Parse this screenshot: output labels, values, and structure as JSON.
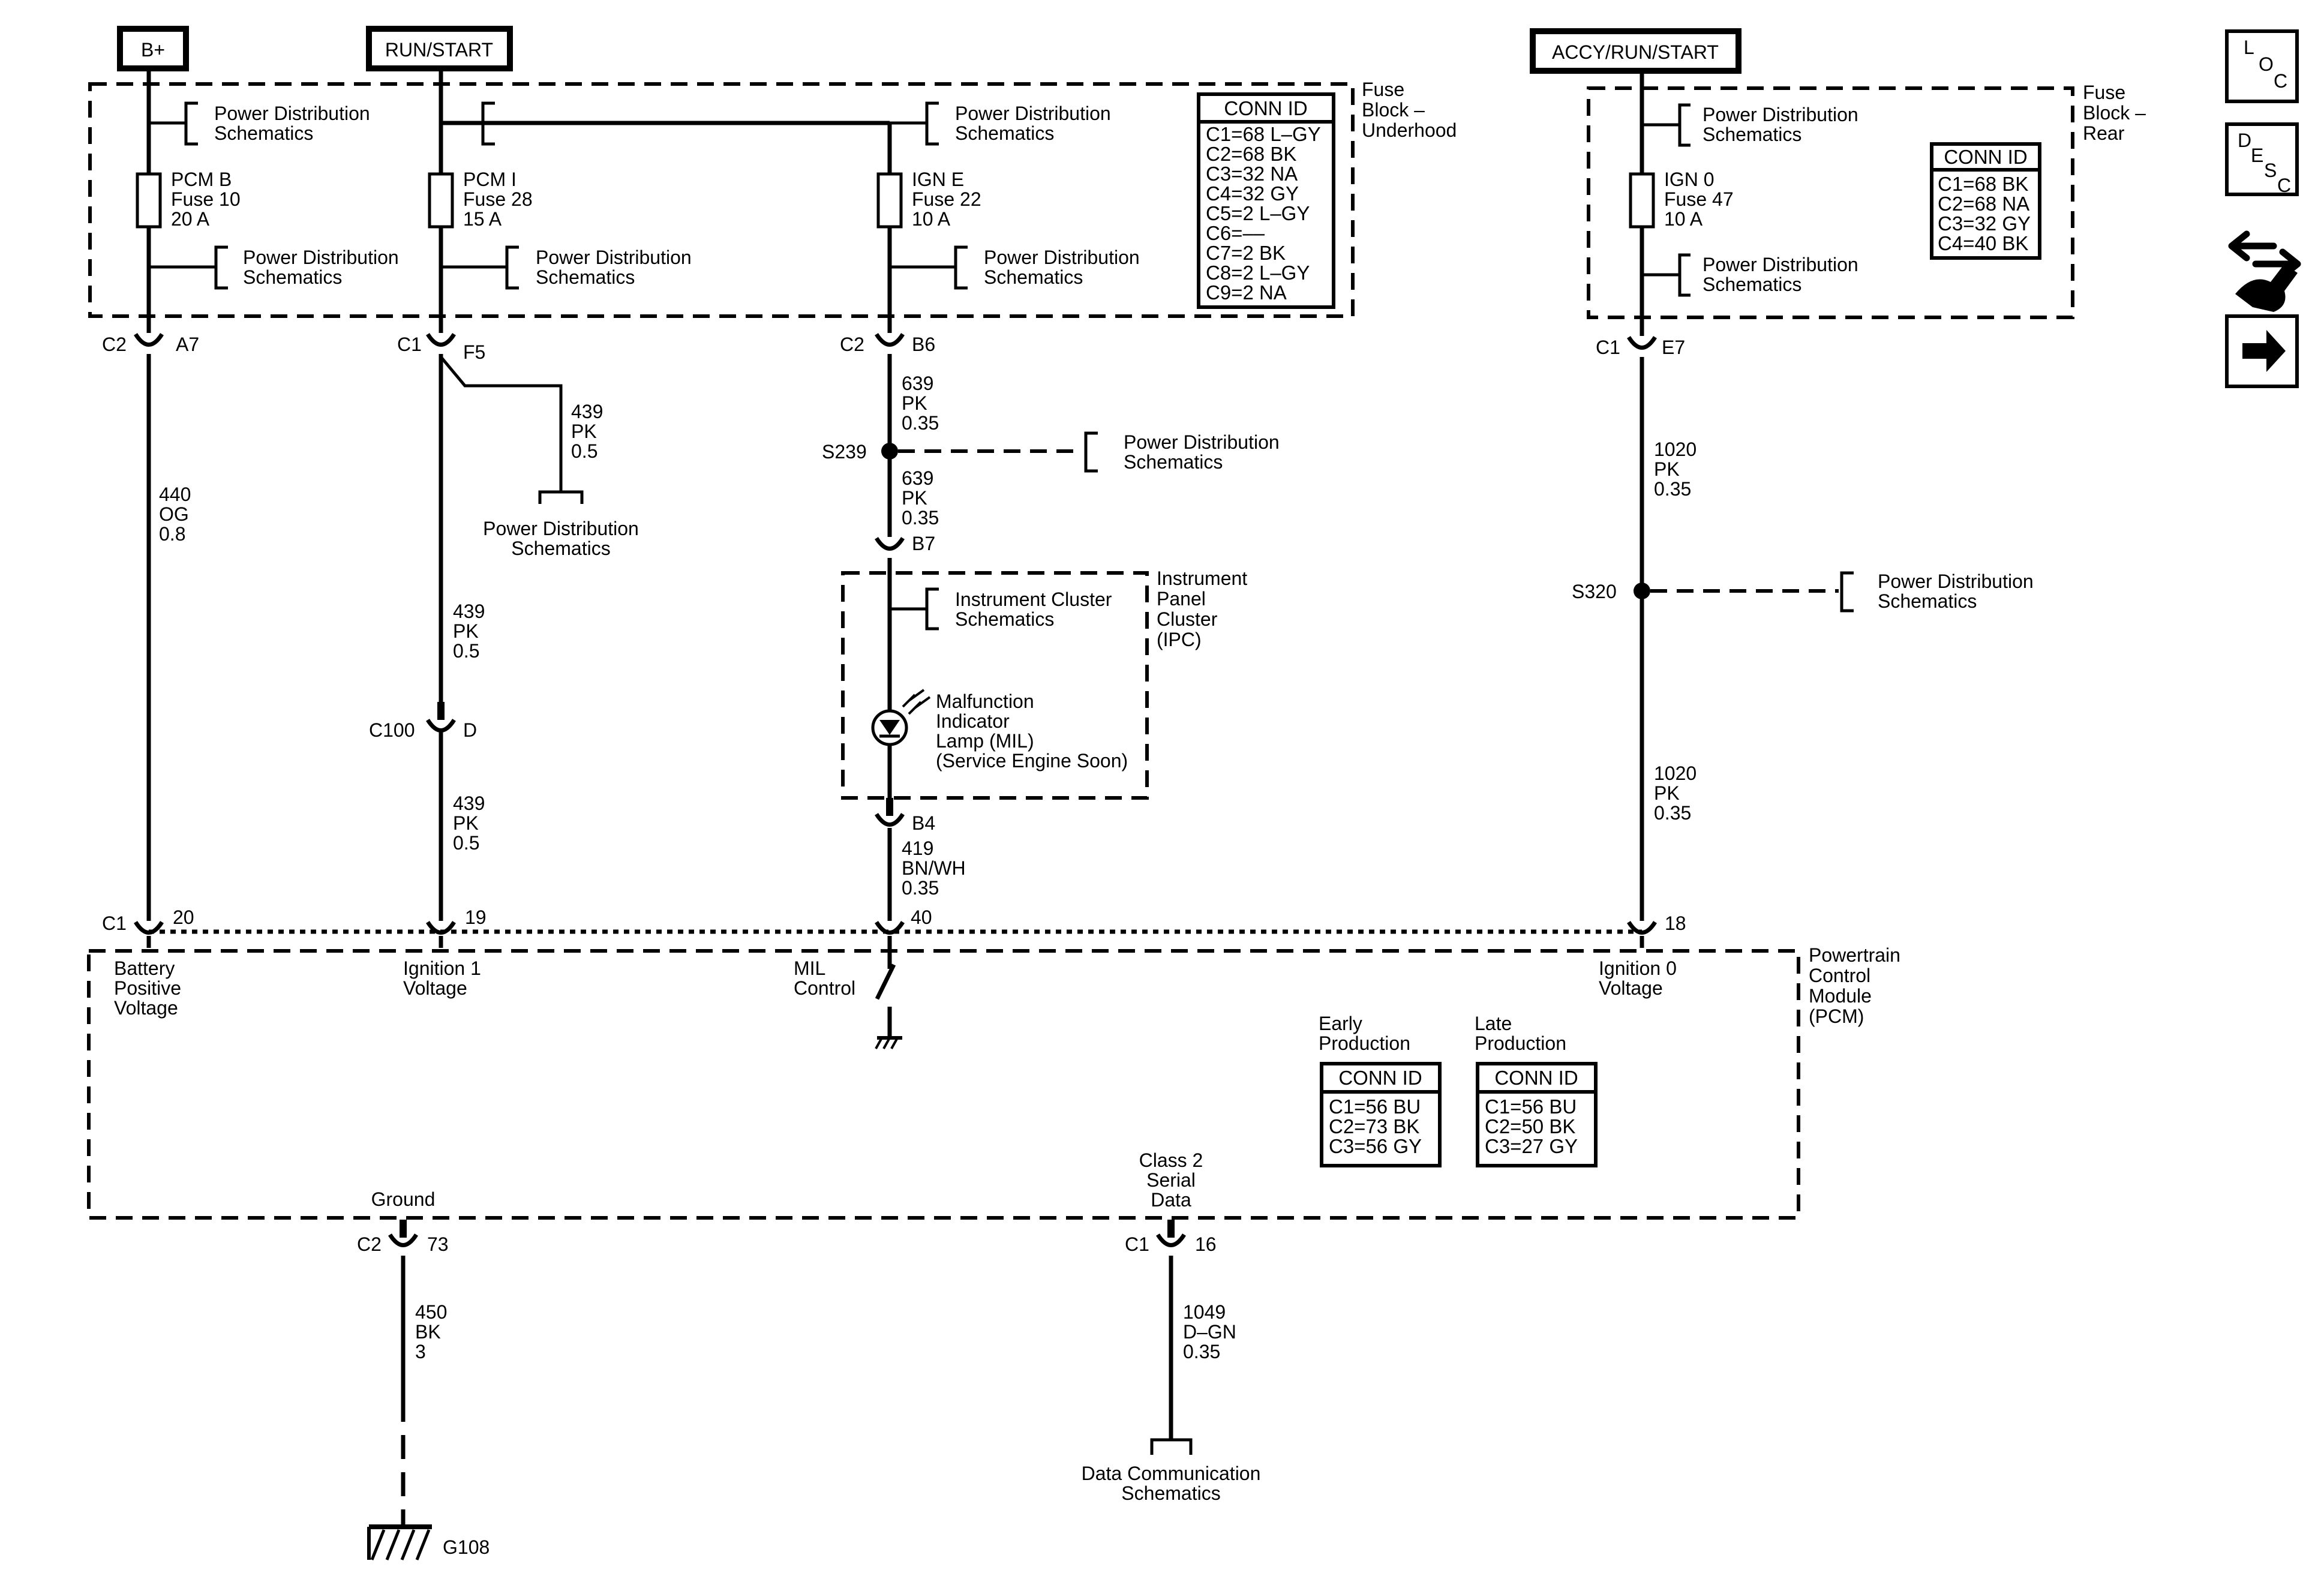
{
  "power_sources": {
    "bplus": "B+",
    "run_start": "RUN/START",
    "accy_run_start": "ACCY/RUN/START"
  },
  "nav_icons": {
    "loc": [
      "L",
      "O",
      "C"
    ],
    "desc": [
      "D",
      "E",
      "S",
      "C"
    ]
  },
  "common": {
    "power_distribution": [
      "Power Distribution",
      "Schematics"
    ],
    "conn_id": "CONN ID"
  },
  "fuse_block_underhood": {
    "title": [
      "Fuse",
      "Block –",
      "Underhood"
    ],
    "conn_ids": [
      "C1=68 L–GY",
      "C2=68 BK",
      "C3=32 NA",
      "C4=32 GY",
      "C5=2 L–GY",
      "C6=––",
      "C7=2 BK",
      "C8=2 L–GY",
      "C9=2 NA"
    ],
    "fuses": [
      {
        "name": "PCM B",
        "fuse": "Fuse 10",
        "rating": "20 A"
      },
      {
        "name": "PCM I",
        "fuse": "Fuse 28",
        "rating": "15 A"
      },
      {
        "name": "IGN E",
        "fuse": "Fuse 22",
        "rating": "10 A"
      }
    ]
  },
  "fuse_block_rear": {
    "title": [
      "Fuse",
      "Block –",
      "Rear"
    ],
    "conn_ids": [
      "C1=68 BK",
      "C2=68 NA",
      "C3=32 GY",
      "C4=40 BK"
    ],
    "fuse": {
      "name": "IGN 0",
      "fuse": "Fuse 47",
      "rating": "10 A"
    }
  },
  "connectors": {
    "c2_a7": {
      "conn": "C2",
      "pin": "A7"
    },
    "c1_f5": {
      "conn": "C1",
      "pin": "F5"
    },
    "c2_b6": {
      "conn": "C2",
      "pin": "B6"
    },
    "c1_e7": {
      "conn": "C1",
      "pin": "E7"
    },
    "b7": "B7",
    "b4": "B4",
    "c100_d": {
      "conn": "C100",
      "pin": "D"
    },
    "pcm_c1": "C1",
    "pcm_pins": {
      "battery": "20",
      "ignition1": "19",
      "mil": "40",
      "ignition0": "18"
    },
    "c2_73": {
      "conn": "C2",
      "pin": "73"
    },
    "c1_16": {
      "conn": "C1",
      "pin": "16"
    }
  },
  "splices": {
    "s239": "S239",
    "s320": "S320"
  },
  "wires": {
    "w440": [
      "440",
      "OG",
      "0.8"
    ],
    "w439_branch": [
      "439",
      "PK",
      "0.5"
    ],
    "w439_upper": [
      "439",
      "PK",
      "0.5"
    ],
    "w439_lower": [
      "439",
      "PK",
      "0.5"
    ],
    "w639_upper": [
      "639",
      "PK",
      "0.35"
    ],
    "w639_lower": [
      "639",
      "PK",
      "0.35"
    ],
    "w419": [
      "419",
      "BN/WH",
      "0.35"
    ],
    "w1020_upper": [
      "1020",
      "PK",
      "0.35"
    ],
    "w1020_lower": [
      "1020",
      "PK",
      "0.35"
    ],
    "w450": [
      "450",
      "BK",
      "3"
    ],
    "w1049": [
      "1049",
      "D–GN",
      "0.35"
    ]
  },
  "ipc": {
    "title": [
      "Instrument",
      "Panel",
      "Cluster",
      "(IPC)"
    ],
    "schematics": [
      "Instrument Cluster",
      "Schematics"
    ],
    "lamp": [
      "Malfunction",
      "Indicator",
      "Lamp (MIL)",
      "(Service Engine Soon)"
    ]
  },
  "pcm": {
    "title": [
      "Powertrain",
      "Control",
      "Module",
      "(PCM)"
    ],
    "battery": [
      "Battery",
      "Positive",
      "Voltage"
    ],
    "ignition1": [
      "Ignition 1",
      "Voltage"
    ],
    "mil_control": [
      "MIL",
      "Control"
    ],
    "ignition0": [
      "Ignition 0",
      "Voltage"
    ],
    "ground": "Ground",
    "class2": [
      "Class 2",
      "Serial",
      "Data"
    ],
    "early": {
      "label": [
        "Early",
        "Production"
      ],
      "conn_ids": [
        "C1=56 BU",
        "C2=73 BK",
        "C3=56 GY"
      ]
    },
    "late": {
      "label": [
        "Late",
        "Production"
      ],
      "conn_ids": [
        "C1=56 BU",
        "C2=50 BK",
        "C3=27 GY"
      ]
    }
  },
  "data_comm": [
    "Data Communication",
    "Schematics"
  ],
  "ground_id": "G108"
}
